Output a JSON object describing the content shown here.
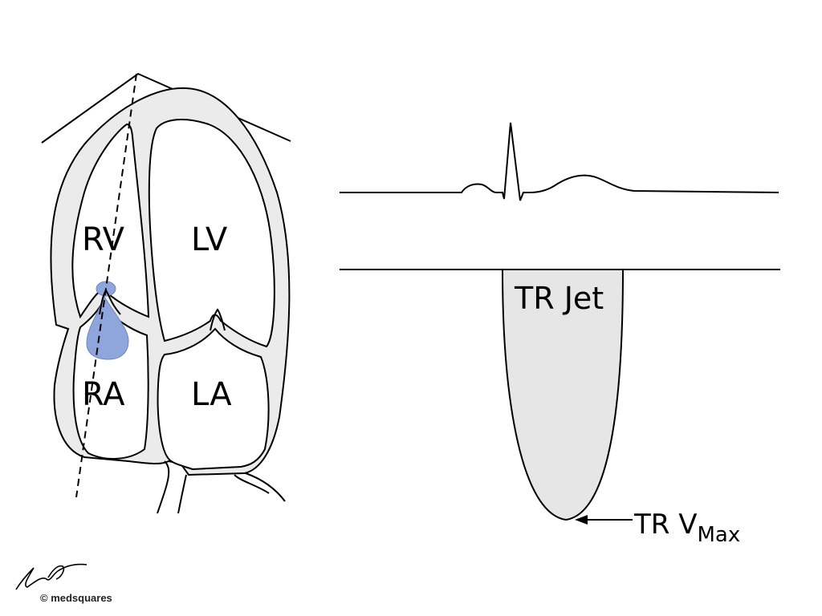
{
  "heart": {
    "labels": {
      "rv": "RV",
      "lv": "LV",
      "ra": "RA",
      "la": "LA"
    }
  },
  "doppler": {
    "jet_label": "TR Jet",
    "vmax_label_main": "TR V",
    "vmax_label_sub": "Max"
  },
  "credit": {
    "text": "© medsquares",
    "signature": "E. Hib"
  },
  "colors": {
    "wall_fill": "#ebebeb",
    "regurgitant_jet": "#8ea6dc",
    "jet_envelope_fill": "#e6e6e6",
    "stroke": "#000000"
  }
}
